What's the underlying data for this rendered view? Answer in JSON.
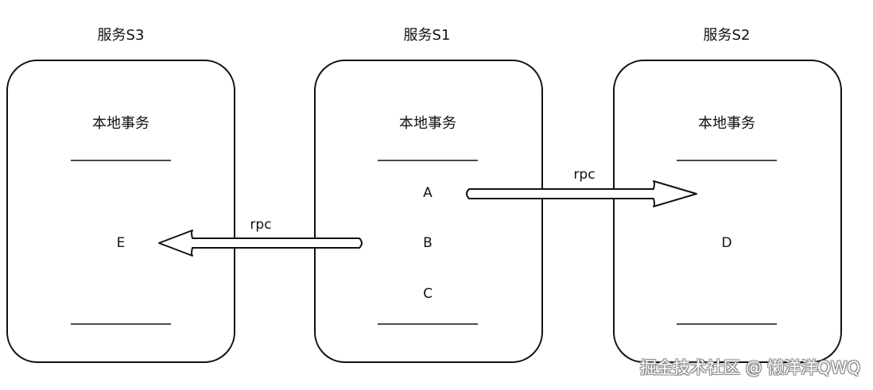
{
  "services": [
    {
      "title": "服务S3",
      "local_tx": "本地事务",
      "items": [
        "E"
      ]
    },
    {
      "title": "服务S1",
      "local_tx": "本地事务",
      "items": [
        "A",
        "B",
        "C"
      ]
    },
    {
      "title": "服务S2",
      "local_tx": "本地事务",
      "items": [
        "D"
      ]
    }
  ],
  "rpc_labels": {
    "to_s2": "rpc",
    "to_s3": "rpc"
  },
  "watermark": "掘金技术社区 @ 懒洋洋QWQ",
  "colors": {
    "stroke": "#111111",
    "background": "#ffffff"
  }
}
